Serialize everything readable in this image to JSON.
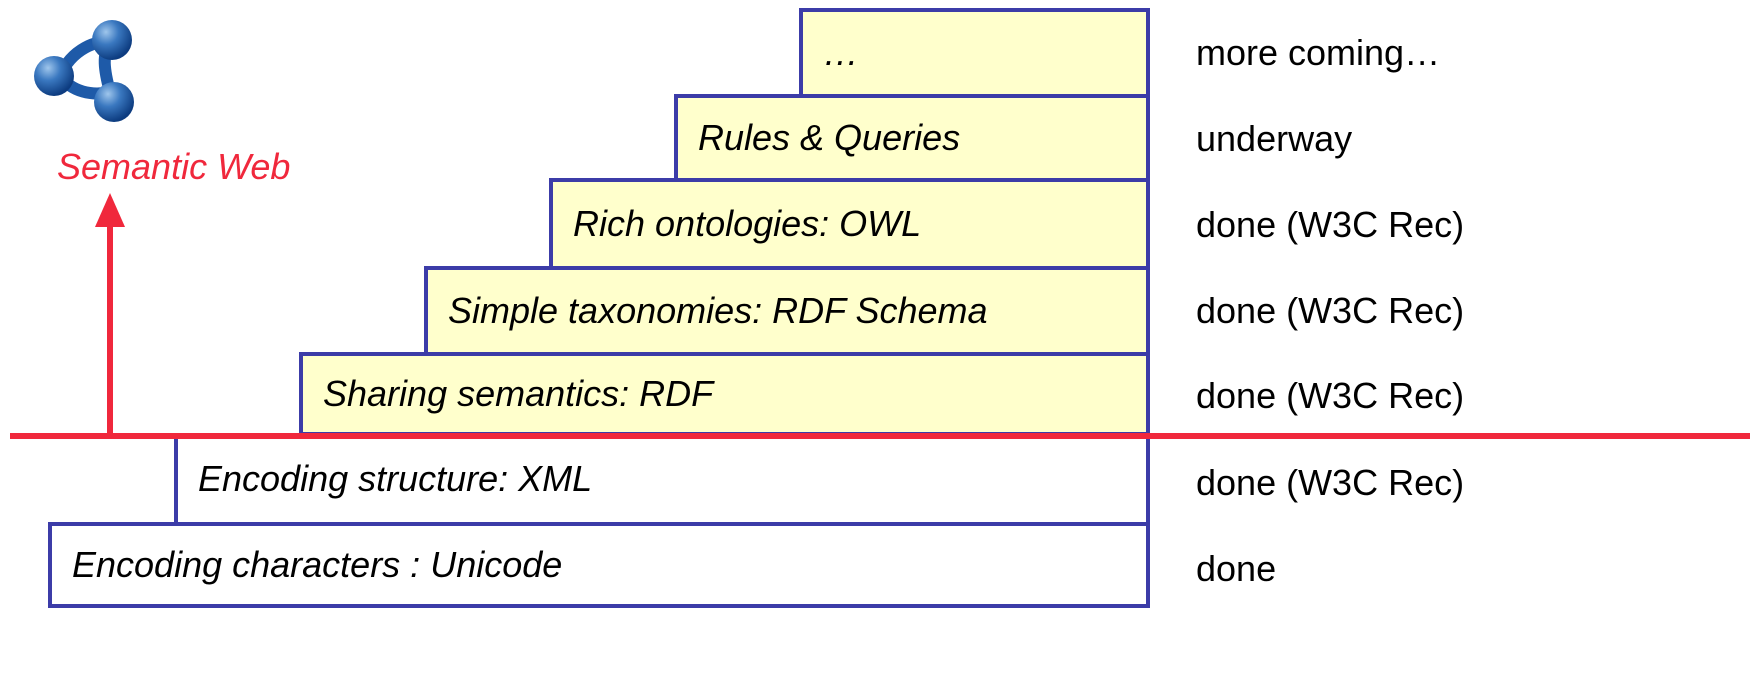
{
  "logo": {
    "icon": "semantic-web-logo-icon",
    "label": "Semantic Web",
    "label_color": "#f0283c"
  },
  "colors": {
    "accent_line": "#f0283c",
    "box_border": "#3c3ca8",
    "upper_fill": "#ffffcc",
    "lower_fill": "#ffffff"
  },
  "layers": [
    {
      "label": "…",
      "status": "more coming…"
    },
    {
      "label": "Rules & Queries",
      "status": "underway"
    },
    {
      "label": "Rich ontologies: OWL",
      "status": "done (W3C Rec)"
    },
    {
      "label": "Simple taxonomies: RDF Schema",
      "status": "done (W3C Rec)"
    },
    {
      "label": "Sharing semantics: RDF",
      "status": "done (W3C Rec)"
    },
    {
      "label": "Encoding structure: XML",
      "status": "done (W3C Rec)"
    },
    {
      "label": "Encoding characters : Unicode",
      "status": "done"
    }
  ]
}
